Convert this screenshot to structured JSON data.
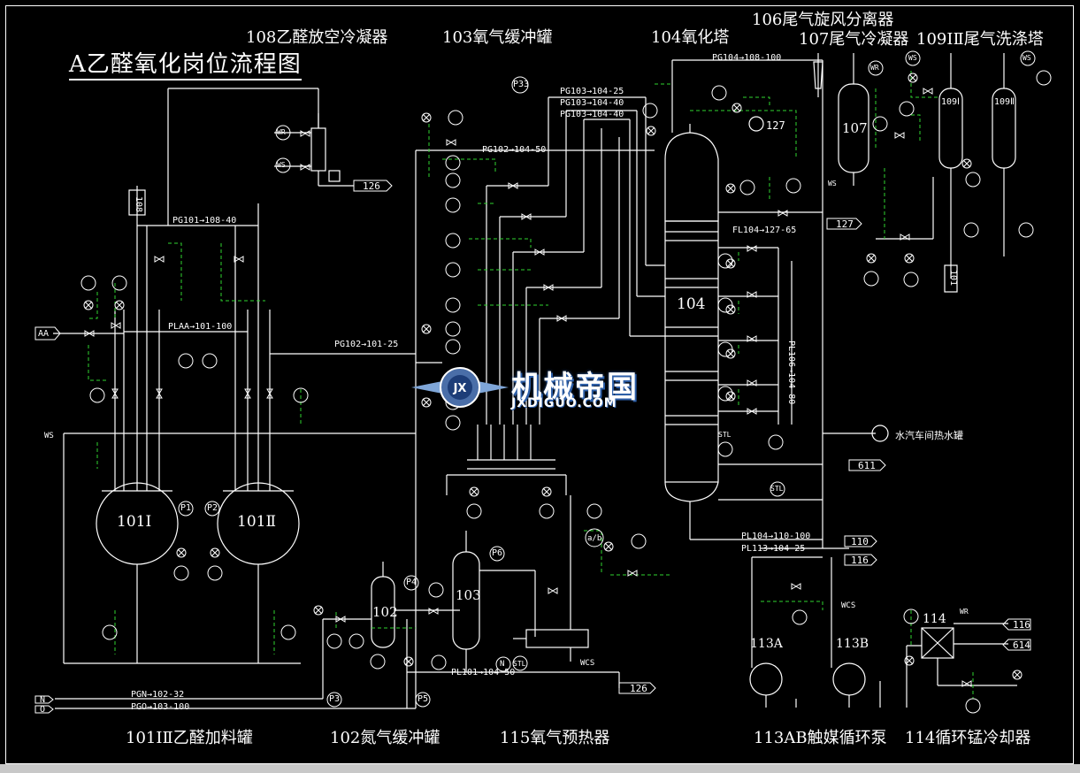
{
  "title": "A乙醛氧化岗位流程图",
  "labels_top": {
    "l108": "108乙醛放空冷凝器",
    "l103": "103氧气缓冲罐",
    "l104": "104氧化塔",
    "l106": "106尾气旋风分离器",
    "l107": "107尾气冷凝器",
    "l109": "109ⅠⅡ尾气洗涤塔"
  },
  "labels_bottom": {
    "l101": "101ⅠⅡ乙醛加料罐",
    "l102": "102氮气缓冲罐",
    "l115": "115氧气预热器",
    "l113": "113AB触媒循环泵",
    "l114": "114循环锰冷却器"
  },
  "equipment": {
    "e101a": "101Ⅰ",
    "e101b": "101Ⅱ",
    "e102": "102",
    "e103": "103",
    "e104": "104",
    "e107": "107",
    "e109a": "109Ⅰ",
    "e109b": "109Ⅱ",
    "e113a": "113A",
    "e113b": "113B",
    "e114": "114"
  },
  "lines": {
    "pg101": "PG101→108-40",
    "plaa": "PLAA→101-100",
    "pg102_101": "PG102→101-25",
    "pg102_104": "PG102→104-50",
    "pg103_1": "PG103→104-25",
    "pg103_2": "PG103→104-40",
    "pg103_3": "PG103→104-40",
    "pg104": "PG104→108-100",
    "fl104_127": "FL104→127-65",
    "pl104_110": "PL104→110-100",
    "pl113": "PL113→104-25",
    "pl101": "PL101→104-50",
    "pgn": "PGN→102-32",
    "pgo": "PGO→103-100",
    "pl106": "PL106→104-80"
  },
  "tags": {
    "aa": "AA",
    "n": "N",
    "o": "O",
    "p1": "P1",
    "p2": "P2",
    "p3": "P3",
    "p4": "P4",
    "p5": "P5",
    "p6": "P6",
    "p33": "P33",
    "c127a": "127",
    "c127b": "127",
    "c126a": "126",
    "c126b": "126",
    "c611": "611",
    "c110": "110",
    "c116a": "116",
    "c116b": "116",
    "c614": "614",
    "c108": "108",
    "c101": "101",
    "wr1": "WR",
    "ws1": "WS",
    "ws2": "WS",
    "ws3": "WS",
    "wr2": "WR",
    "ws4": "WS",
    "ws5": "WS",
    "wr3": "WR",
    "wcs1": "WCS",
    "wcs2": "WCS",
    "stl1": "STL",
    "stl2": "STL",
    "stl3": "STL",
    "n2": "N",
    "ab": "a/b",
    "hot_water": "水汽车间热水罐"
  },
  "watermark": {
    "brand": "机械帝国",
    "url": "JXDIGUO.COM",
    "badge": "JX"
  }
}
